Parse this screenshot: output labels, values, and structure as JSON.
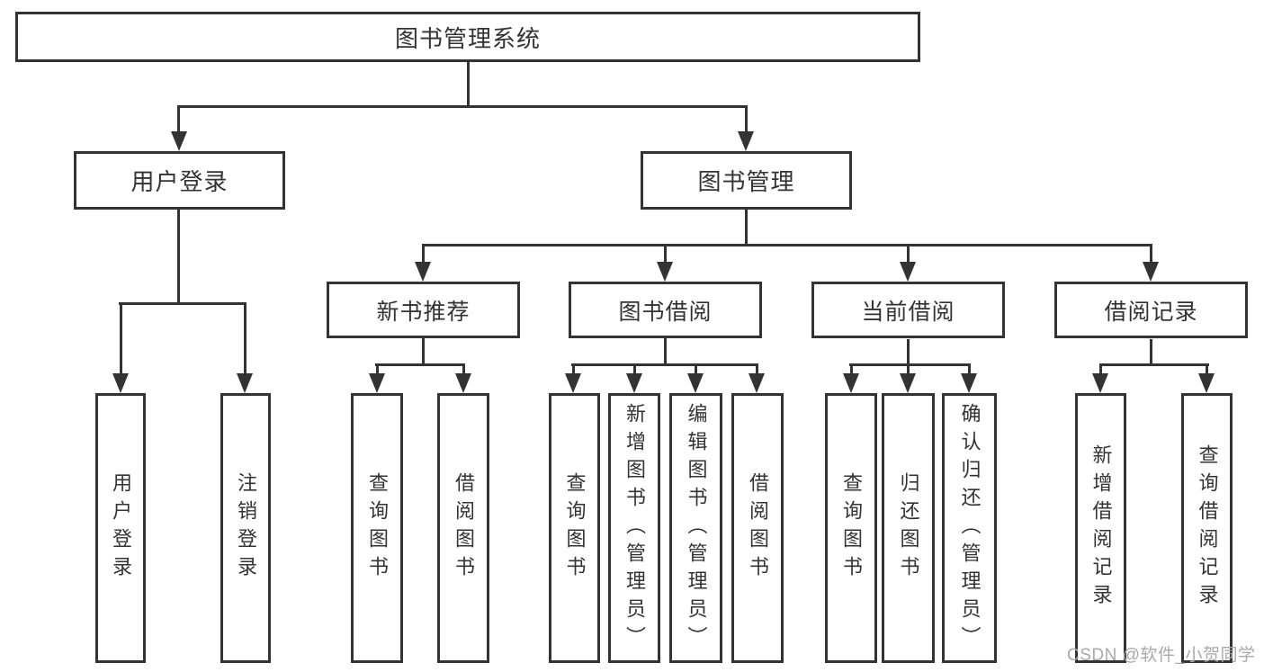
{
  "colors": {
    "background": "#ffffff",
    "line": "#333333",
    "box_border": "#333333",
    "text": "#333333",
    "watermark_text": "#a9a9a9"
  },
  "nodes": {
    "root": "图书管理系统",
    "user_login": "用户登录",
    "book_mgmt": "图书管理",
    "new_book_rec": "新书推荐",
    "book_borrow": "图书借阅",
    "current_borrow": "当前借阅",
    "borrow_records": "借阅记录",
    "leaf_user_login": "用户登录",
    "leaf_logout": "注销登录",
    "leaf_query_book_a": "查询图书",
    "leaf_borrow_book_a": "借阅图书",
    "leaf_query_book_b": "查询图书",
    "leaf_add_book": "新增图书（管理员）",
    "leaf_edit_book": "编辑图书（管理员）",
    "leaf_borrow_book_b": "借阅图书",
    "leaf_query_book_c": "查询图书",
    "leaf_return_book": "归还图书",
    "leaf_confirm_return": "确认归还（管理员）",
    "leaf_add_record": "新增借阅记录",
    "leaf_query_record": "查询借阅记录"
  },
  "hierarchy": {
    "root": [
      "user_login",
      "book_mgmt"
    ],
    "user_login": [
      "leaf_user_login",
      "leaf_logout"
    ],
    "book_mgmt": [
      "new_book_rec",
      "book_borrow",
      "current_borrow",
      "borrow_records"
    ],
    "new_book_rec": [
      "leaf_query_book_a",
      "leaf_borrow_book_a"
    ],
    "book_borrow": [
      "leaf_query_book_b",
      "leaf_add_book",
      "leaf_edit_book",
      "leaf_borrow_book_b"
    ],
    "current_borrow": [
      "leaf_query_book_c",
      "leaf_return_book",
      "leaf_confirm_return"
    ],
    "borrow_records": [
      "leaf_add_record",
      "leaf_query_record"
    ]
  },
  "watermark": {
    "text": "CSDN @软件_小贺同学"
  }
}
